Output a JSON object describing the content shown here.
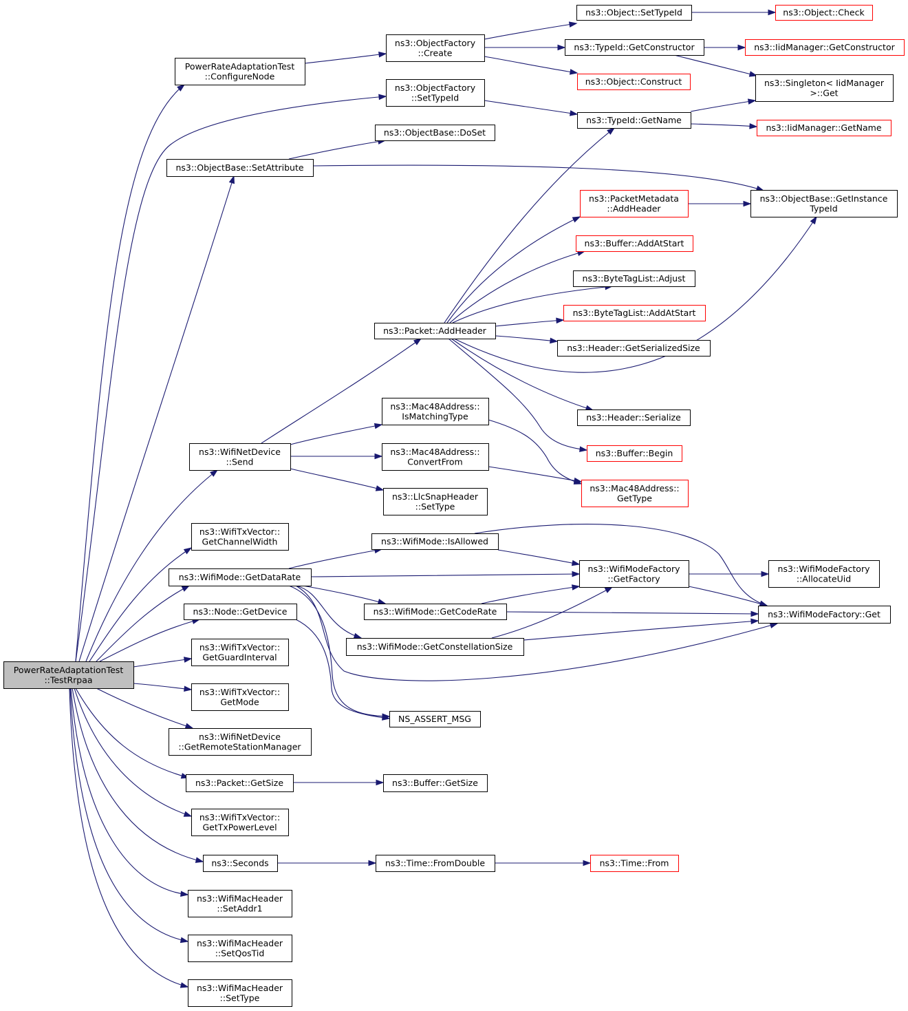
{
  "diagram": {
    "type": "call-graph",
    "colors": {
      "edge": "#191970",
      "node_border": "#000000",
      "truncated_border": "#ff0000",
      "root_fill": "#bfbfbf"
    },
    "nodes": [
      {
        "id": "root",
        "lines": [
          "PowerRateAdaptationTest",
          "::TestRrpaa"
        ],
        "style": "root"
      },
      {
        "id": "configureNode",
        "lines": [
          "PowerRateAdaptationTest",
          "::ConfigureNode"
        ]
      },
      {
        "id": "factoryCreate",
        "lines": [
          "ns3::ObjectFactory",
          "::Create"
        ]
      },
      {
        "id": "factorySetTypeId",
        "lines": [
          "ns3::ObjectFactory",
          "::SetTypeId"
        ]
      },
      {
        "id": "objectSetTypeId",
        "lines": [
          "ns3::Object::SetTypeId"
        ]
      },
      {
        "id": "objectCheck",
        "lines": [
          "ns3::Object::Check"
        ],
        "style": "red"
      },
      {
        "id": "typeIdGetConstructor",
        "lines": [
          "ns3::TypeId::GetConstructor"
        ]
      },
      {
        "id": "iidGetConstructor",
        "lines": [
          "ns3::IidManager::GetConstructor"
        ],
        "style": "red"
      },
      {
        "id": "objectConstruct",
        "lines": [
          "ns3::Object::Construct"
        ],
        "style": "red"
      },
      {
        "id": "singletonGet",
        "lines": [
          "ns3::Singleton< IidManager",
          ">::Get"
        ]
      },
      {
        "id": "typeIdGetName",
        "lines": [
          "ns3::TypeId::GetName"
        ]
      },
      {
        "id": "iidGetName",
        "lines": [
          "ns3::IidManager::GetName"
        ],
        "style": "red"
      },
      {
        "id": "objectBaseDoSet",
        "lines": [
          "ns3::ObjectBase::DoSet"
        ]
      },
      {
        "id": "objectBaseSetAttribute",
        "lines": [
          "ns3::ObjectBase::SetAttribute"
        ]
      },
      {
        "id": "getInstanceTypeId",
        "lines": [
          "ns3::ObjectBase::GetInstance",
          "TypeId"
        ]
      },
      {
        "id": "metadataAddHeader",
        "lines": [
          "ns3::PacketMetadata",
          "::AddHeader"
        ],
        "style": "red"
      },
      {
        "id": "bufferAddAtStart",
        "lines": [
          "ns3::Buffer::AddAtStart"
        ],
        "style": "red"
      },
      {
        "id": "byteTagAdjust",
        "lines": [
          "ns3::ByteTagList::Adjust"
        ]
      },
      {
        "id": "byteTagAddAtStart",
        "lines": [
          "ns3::ByteTagList::AddAtStart"
        ],
        "style": "red"
      },
      {
        "id": "packetAddHeader",
        "lines": [
          "ns3::Packet::AddHeader"
        ]
      },
      {
        "id": "headerGetSerializedSize",
        "lines": [
          "ns3::Header::GetSerializedSize"
        ]
      },
      {
        "id": "headerSerialize",
        "lines": [
          "ns3::Header::Serialize"
        ]
      },
      {
        "id": "bufferBegin",
        "lines": [
          "ns3::Buffer::Begin"
        ],
        "style": "red"
      },
      {
        "id": "macIsMatchingType",
        "lines": [
          "ns3::Mac48Address::",
          "IsMatchingType"
        ]
      },
      {
        "id": "wifiNetDeviceSend",
        "lines": [
          "ns3::WifiNetDevice",
          "::Send"
        ]
      },
      {
        "id": "macConvertFrom",
        "lines": [
          "ns3::Mac48Address::",
          "ConvertFrom"
        ]
      },
      {
        "id": "macGetType",
        "lines": [
          "ns3::Mac48Address::",
          "GetType"
        ],
        "style": "red"
      },
      {
        "id": "llcSetType",
        "lines": [
          "ns3::LlcSnapHeader",
          "::SetType"
        ]
      },
      {
        "id": "txGetChannelWidth",
        "lines": [
          "ns3::WifiTxVector::",
          "GetChannelWidth"
        ]
      },
      {
        "id": "wifiModeIsAllowed",
        "lines": [
          "ns3::WifiMode::IsAllowed"
        ]
      },
      {
        "id": "wifiModeGetDataRate",
        "lines": [
          "ns3::WifiMode::GetDataRate"
        ]
      },
      {
        "id": "modeFactoryGetFactory",
        "lines": [
          "ns3::WifiModeFactory",
          "::GetFactory"
        ]
      },
      {
        "id": "modeFactoryAllocateUid",
        "lines": [
          "ns3::WifiModeFactory",
          "::AllocateUid"
        ]
      },
      {
        "id": "nodeGetDevice",
        "lines": [
          "ns3::Node::GetDevice"
        ]
      },
      {
        "id": "wifiModeGetCodeRate",
        "lines": [
          "ns3::WifiMode::GetCodeRate"
        ]
      },
      {
        "id": "modeFactoryGet",
        "lines": [
          "ns3::WifiModeFactory::Get"
        ]
      },
      {
        "id": "wifiModeGetConstellationSize",
        "lines": [
          "ns3::WifiMode::GetConstellationSize"
        ]
      },
      {
        "id": "txGetGuardInterval",
        "lines": [
          "ns3::WifiTxVector::",
          "GetGuardInterval"
        ]
      },
      {
        "id": "nsAssertMsg",
        "lines": [
          "NS_ASSERT_MSG"
        ]
      },
      {
        "id": "txGetMode",
        "lines": [
          "ns3::WifiTxVector::",
          "GetMode"
        ]
      },
      {
        "id": "getRemoteStationManager",
        "lines": [
          "ns3::WifiNetDevice",
          "::GetRemoteStationManager"
        ]
      },
      {
        "id": "packetGetSize",
        "lines": [
          "ns3::Packet::GetSize"
        ]
      },
      {
        "id": "bufferGetSize",
        "lines": [
          "ns3::Buffer::GetSize"
        ]
      },
      {
        "id": "txGetTxPowerLevel",
        "lines": [
          "ns3::WifiTxVector::",
          "GetTxPowerLevel"
        ]
      },
      {
        "id": "seconds",
        "lines": [
          "ns3::Seconds"
        ]
      },
      {
        "id": "timeFromDouble",
        "lines": [
          "ns3::Time::FromDouble"
        ]
      },
      {
        "id": "timeFrom",
        "lines": [
          "ns3::Time::From"
        ],
        "style": "red"
      },
      {
        "id": "macHeaderSetAddr1",
        "lines": [
          "ns3::WifiMacHeader",
          "::SetAddr1"
        ]
      },
      {
        "id": "macHeaderSetQosTid",
        "lines": [
          "ns3::WifiMacHeader",
          "::SetQosTid"
        ]
      },
      {
        "id": "macHeaderSetType",
        "lines": [
          "ns3::WifiMacHeader",
          "::SetType"
        ]
      }
    ],
    "edges": [
      {
        "from": "root",
        "to": "configureNode"
      },
      {
        "from": "root",
        "to": "factorySetTypeId"
      },
      {
        "from": "root",
        "to": "objectBaseSetAttribute"
      },
      {
        "from": "root",
        "to": "wifiNetDeviceSend"
      },
      {
        "from": "root",
        "to": "txGetChannelWidth"
      },
      {
        "from": "root",
        "to": "wifiModeGetDataRate"
      },
      {
        "from": "root",
        "to": "nodeGetDevice"
      },
      {
        "from": "root",
        "to": "txGetGuardInterval"
      },
      {
        "from": "root",
        "to": "txGetMode"
      },
      {
        "from": "root",
        "to": "getRemoteStationManager"
      },
      {
        "from": "root",
        "to": "packetGetSize"
      },
      {
        "from": "root",
        "to": "txGetTxPowerLevel"
      },
      {
        "from": "root",
        "to": "seconds"
      },
      {
        "from": "root",
        "to": "macHeaderSetAddr1"
      },
      {
        "from": "root",
        "to": "macHeaderSetQosTid"
      },
      {
        "from": "root",
        "to": "macHeaderSetType"
      },
      {
        "from": "configureNode",
        "to": "factoryCreate"
      },
      {
        "from": "factoryCreate",
        "to": "objectSetTypeId"
      },
      {
        "from": "factoryCreate",
        "to": "typeIdGetConstructor"
      },
      {
        "from": "factoryCreate",
        "to": "objectConstruct"
      },
      {
        "from": "objectSetTypeId",
        "to": "objectCheck"
      },
      {
        "from": "typeIdGetConstructor",
        "to": "iidGetConstructor"
      },
      {
        "from": "typeIdGetConstructor",
        "to": "singletonGet"
      },
      {
        "from": "factorySetTypeId",
        "to": "typeIdGetName"
      },
      {
        "from": "typeIdGetName",
        "to": "singletonGet"
      },
      {
        "from": "typeIdGetName",
        "to": "iidGetName"
      },
      {
        "from": "objectBaseSetAttribute",
        "to": "objectBaseDoSet"
      },
      {
        "from": "objectBaseSetAttribute",
        "to": "getInstanceTypeId"
      },
      {
        "from": "metadataAddHeader",
        "to": "getInstanceTypeId"
      },
      {
        "from": "packetAddHeader",
        "to": "typeIdGetName"
      },
      {
        "from": "packetAddHeader",
        "to": "metadataAddHeader"
      },
      {
        "from": "packetAddHeader",
        "to": "bufferAddAtStart"
      },
      {
        "from": "packetAddHeader",
        "to": "byteTagAdjust"
      },
      {
        "from": "packetAddHeader",
        "to": "byteTagAddAtStart"
      },
      {
        "from": "packetAddHeader",
        "to": "headerGetSerializedSize"
      },
      {
        "from": "packetAddHeader",
        "to": "getInstanceTypeId"
      },
      {
        "from": "packetAddHeader",
        "to": "headerSerialize"
      },
      {
        "from": "packetAddHeader",
        "to": "bufferBegin"
      },
      {
        "from": "wifiNetDeviceSend",
        "to": "packetAddHeader"
      },
      {
        "from": "wifiNetDeviceSend",
        "to": "macIsMatchingType"
      },
      {
        "from": "wifiNetDeviceSend",
        "to": "macConvertFrom"
      },
      {
        "from": "wifiNetDeviceSend",
        "to": "llcSetType"
      },
      {
        "from": "macIsMatchingType",
        "to": "macGetType"
      },
      {
        "from": "macConvertFrom",
        "to": "macGetType"
      },
      {
        "from": "wifiModeGetDataRate",
        "to": "wifiModeIsAllowed"
      },
      {
        "from": "wifiModeGetDataRate",
        "to": "modeFactoryGetFactory"
      },
      {
        "from": "wifiModeGetDataRate",
        "to": "wifiModeGetCodeRate"
      },
      {
        "from": "wifiModeGetDataRate",
        "to": "wifiModeGetConstellationSize"
      },
      {
        "from": "wifiModeGetDataRate",
        "to": "modeFactoryGet"
      },
      {
        "from": "wifiModeGetDataRate",
        "to": "nsAssertMsg"
      },
      {
        "from": "wifiModeIsAllowed",
        "to": "modeFactoryGetFactory"
      },
      {
        "from": "wifiModeIsAllowed",
        "to": "modeFactoryGet"
      },
      {
        "from": "modeFactoryGetFactory",
        "to": "modeFactoryAllocateUid"
      },
      {
        "from": "modeFactoryGetFactory",
        "to": "modeFactoryGet"
      },
      {
        "from": "wifiModeGetCodeRate",
        "to": "modeFactoryGetFactory"
      },
      {
        "from": "wifiModeGetCodeRate",
        "to": "modeFactoryGet"
      },
      {
        "from": "wifiModeGetConstellationSize",
        "to": "modeFactoryGetFactory"
      },
      {
        "from": "wifiModeGetConstellationSize",
        "to": "modeFactoryGet"
      },
      {
        "from": "nodeGetDevice",
        "to": "nsAssertMsg"
      },
      {
        "from": "packetGetSize",
        "to": "bufferGetSize"
      },
      {
        "from": "seconds",
        "to": "timeFromDouble"
      },
      {
        "from": "timeFromDouble",
        "to": "timeFrom"
      }
    ]
  }
}
